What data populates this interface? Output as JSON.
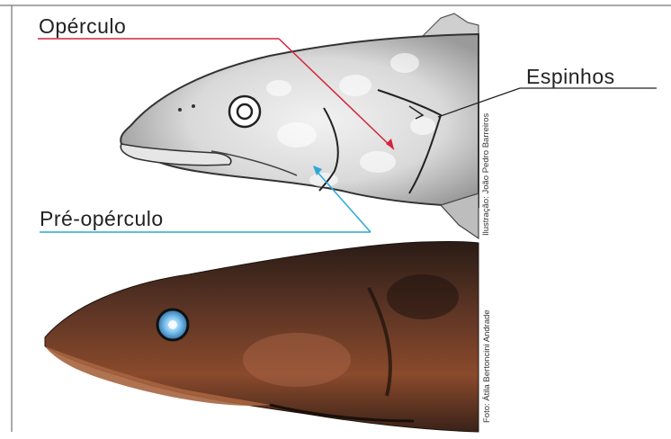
{
  "labels": {
    "operculo": "Opérculo",
    "espinhos": "Espinhos",
    "pre_operculo": "Pré-opérculo"
  },
  "credits": {
    "illustration": "Ilustração: João Pedro Barreiros",
    "photo": "Foto: Átila Bertoncini Andrade"
  },
  "colors": {
    "operculo_line": "#d4243a",
    "pre_operculo_line": "#2aa7d6",
    "espinhos_line": "#222222"
  }
}
